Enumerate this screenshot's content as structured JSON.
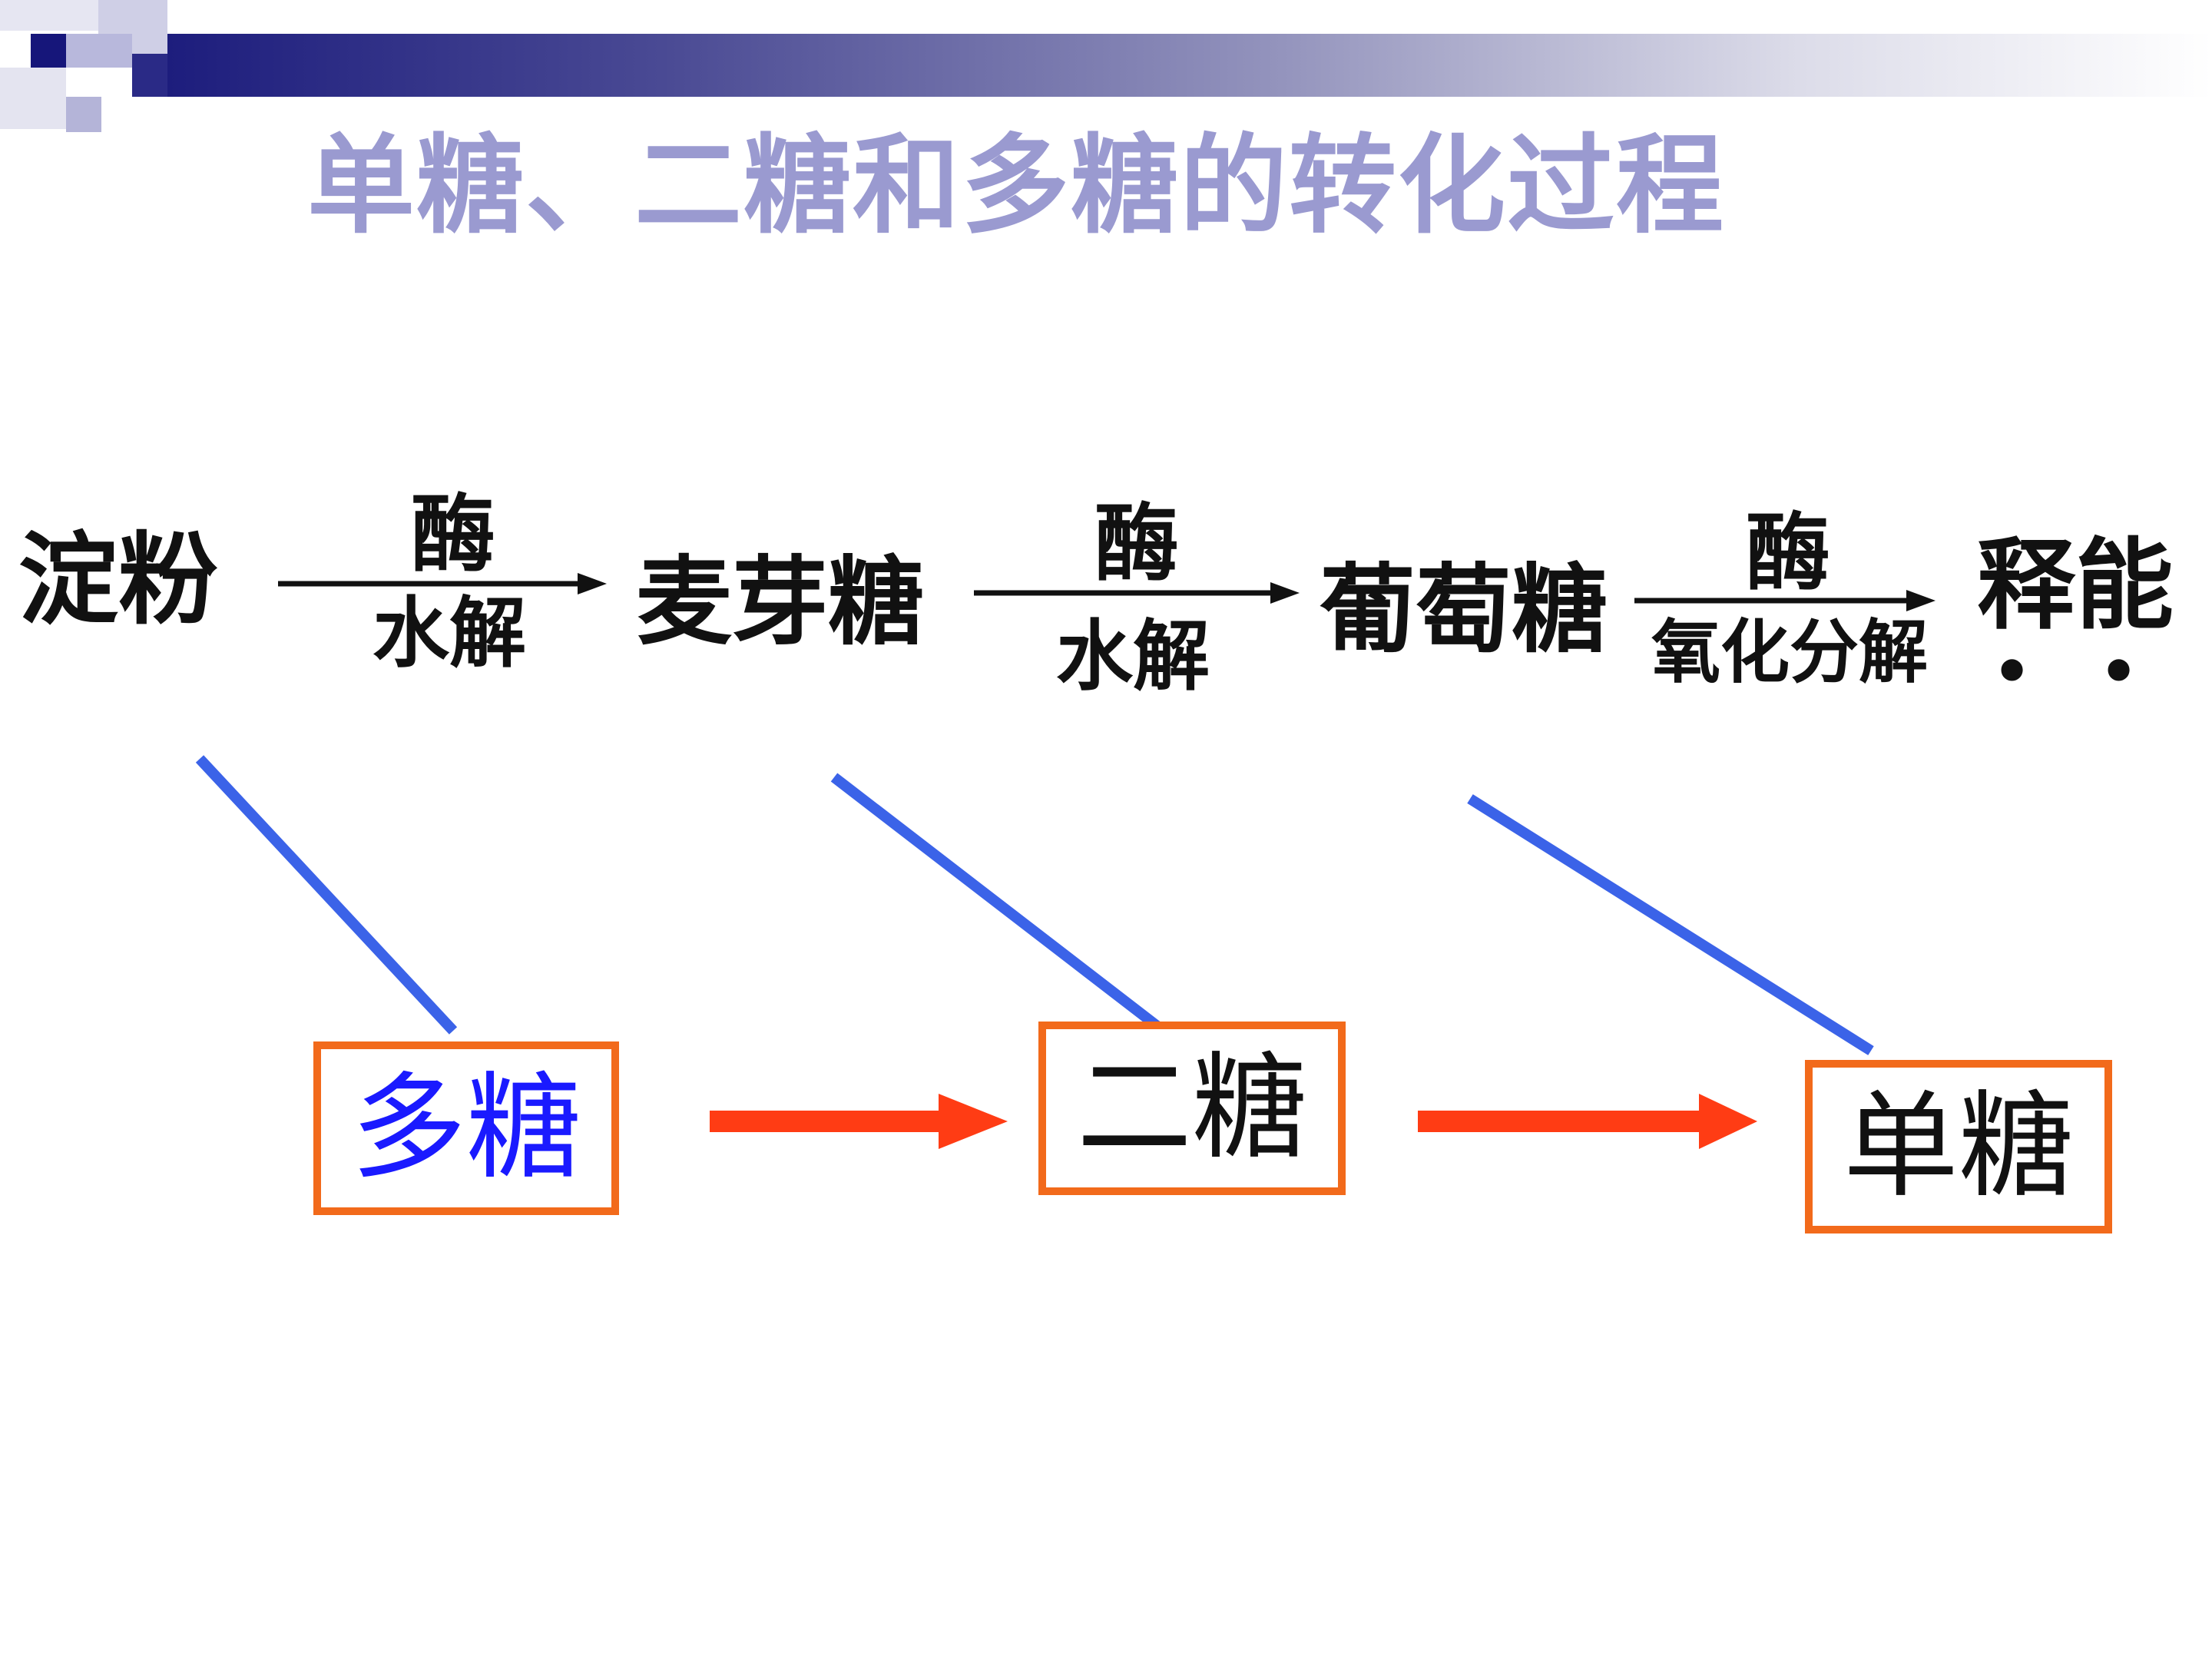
{
  "title": "单糖、二糖和多糖的转化过程",
  "reaction": {
    "terms": [
      "淀粉",
      "麦芽糖",
      "葡萄糖",
      "释能"
    ],
    "arrows": [
      {
        "above": "酶",
        "below": "水解"
      },
      {
        "above": "酶",
        "below": "水解"
      },
      {
        "above": "酶",
        "below": "氧化分解"
      }
    ],
    "trailing_dots": "• •"
  },
  "categories": {
    "polysaccharide": "多糖",
    "disaccharide": "二糖",
    "monosaccharide": "单糖"
  },
  "colors": {
    "title": "#9a9ad0",
    "box_border": "#f26a1b",
    "connector": "#3b63e8",
    "flow_arrow": "#ff3c14",
    "polysaccharide_text": "#1a1aff",
    "header_dark": "#1b1b7c"
  }
}
